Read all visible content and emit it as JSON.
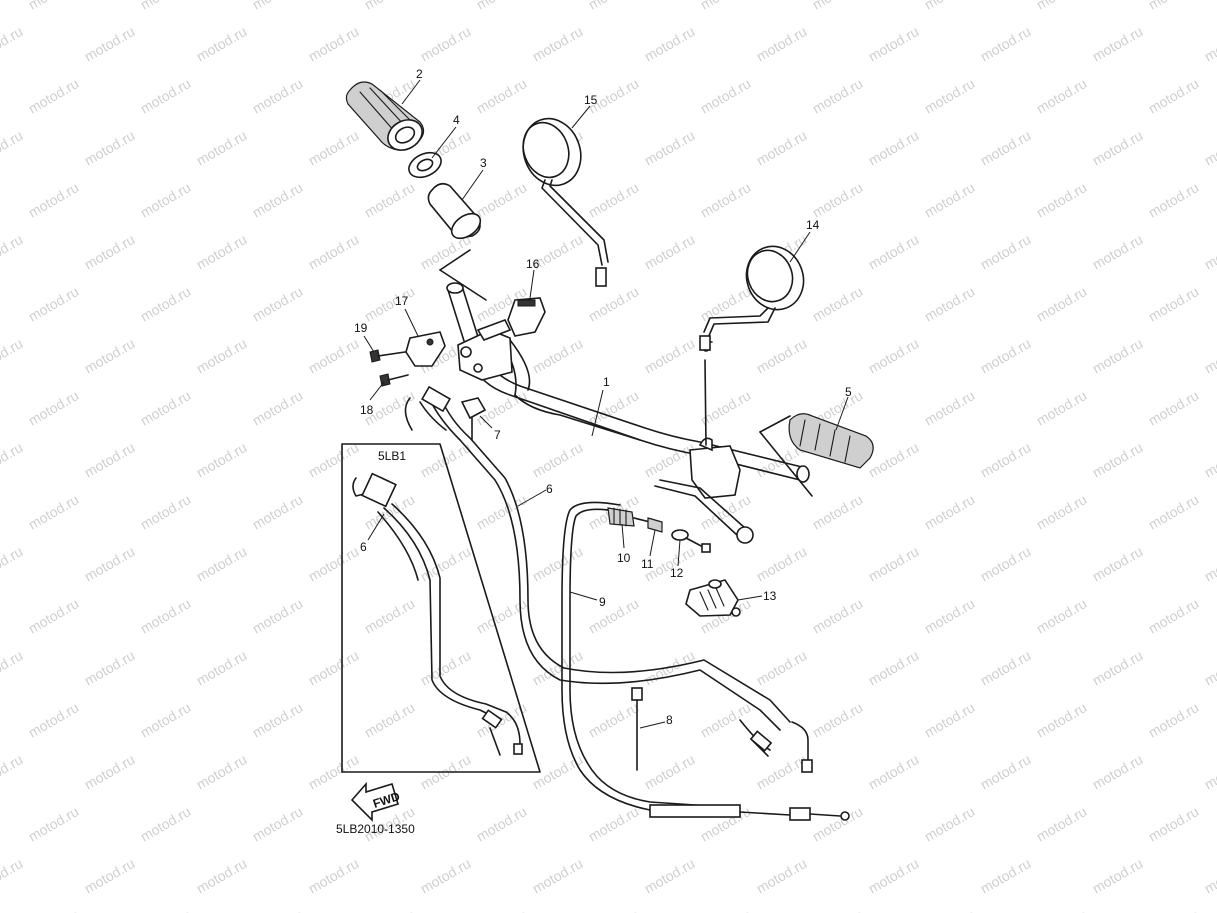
{
  "watermark": "motod.ru",
  "inset_label": "5LB1",
  "fwd_label": "FWD",
  "drawing_code": "5LB2010-1350",
  "callouts": [
    "1",
    "2",
    "3",
    "4",
    "5",
    "6",
    "6",
    "7",
    "8",
    "9",
    "10",
    "11",
    "12",
    "13",
    "14",
    "15",
    "16",
    "17",
    "18",
    "19"
  ],
  "icons": [
    "handlebar",
    "grip",
    "mirror",
    "throttle-cable",
    "clutch-cable",
    "cable-tie",
    "lever-holder",
    "fwd-arrow"
  ]
}
